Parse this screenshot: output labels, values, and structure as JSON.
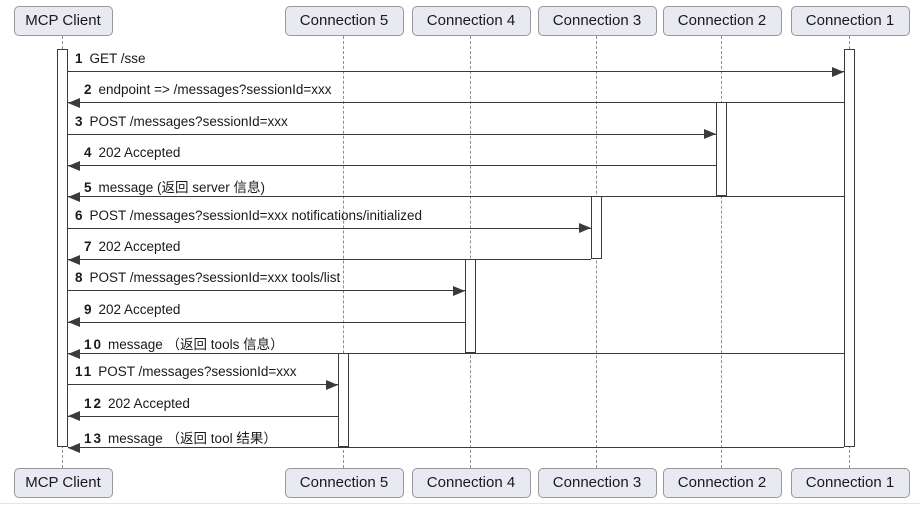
{
  "diagram": {
    "type": "sequence",
    "participants": [
      {
        "id": "mcp",
        "label": "MCP Client"
      },
      {
        "id": "conn5",
        "label": "Connection 5"
      },
      {
        "id": "conn4",
        "label": "Connection 4"
      },
      {
        "id": "conn3",
        "label": "Connection 3"
      },
      {
        "id": "conn2",
        "label": "Connection 2"
      },
      {
        "id": "conn1",
        "label": "Connection 1"
      }
    ],
    "messages": [
      {
        "seq": "1",
        "text": "GET /sse",
        "from": "mcp",
        "to": "conn1"
      },
      {
        "seq": "2",
        "text": "endpoint => /messages?sessionId=xxx",
        "from": "conn1",
        "to": "mcp"
      },
      {
        "seq": "3",
        "text": "POST /messages?sessionId=xxx",
        "from": "mcp",
        "to": "conn2"
      },
      {
        "seq": "4",
        "text": "202 Accepted",
        "from": "conn2",
        "to": "mcp"
      },
      {
        "seq": "5",
        "text": "message (返回 server 信息)",
        "from": "conn1",
        "to": "mcp"
      },
      {
        "seq": "6",
        "text": "POST /messages?sessionId=xxx notifications/initialized",
        "from": "mcp",
        "to": "conn3"
      },
      {
        "seq": "7",
        "text": "202 Accepted",
        "from": "conn3",
        "to": "mcp"
      },
      {
        "seq": "8",
        "text": "POST /messages?sessionId=xxx tools/list",
        "from": "mcp",
        "to": "conn4"
      },
      {
        "seq": "9",
        "text": "202 Accepted",
        "from": "conn4",
        "to": "mcp"
      },
      {
        "seq": "10",
        "text": "message （返回 tools 信息）",
        "from": "conn1",
        "to": "mcp"
      },
      {
        "seq": "11",
        "text": "POST /messages?sessionId=xxx",
        "from": "mcp",
        "to": "conn5"
      },
      {
        "seq": "12",
        "text": "202 Accepted",
        "from": "conn5",
        "to": "mcp"
      },
      {
        "seq": "13",
        "text": "message （返回 tool 结果）",
        "from": "conn1",
        "to": "mcp"
      }
    ],
    "activations": [
      {
        "participant": "mcp",
        "from": 0,
        "to": 13
      },
      {
        "participant": "conn1",
        "from": 0,
        "to": 13
      },
      {
        "participant": "conn2",
        "from": 2,
        "to": 5
      },
      {
        "participant": "conn3",
        "from": 5,
        "to": 7
      },
      {
        "participant": "conn4",
        "from": 7,
        "to": 10
      },
      {
        "participant": "conn5",
        "from": 10,
        "to": 13
      }
    ],
    "colors": {
      "participant_fill": "#e9e9f2",
      "participant_border": "#97979f",
      "participant_text": "#1a1a1a",
      "line": "#3a3a3a",
      "lifeline": "#8f8f8f",
      "message_text": "#1a1a1a",
      "bottom_rule": "#e1e5ea"
    }
  }
}
